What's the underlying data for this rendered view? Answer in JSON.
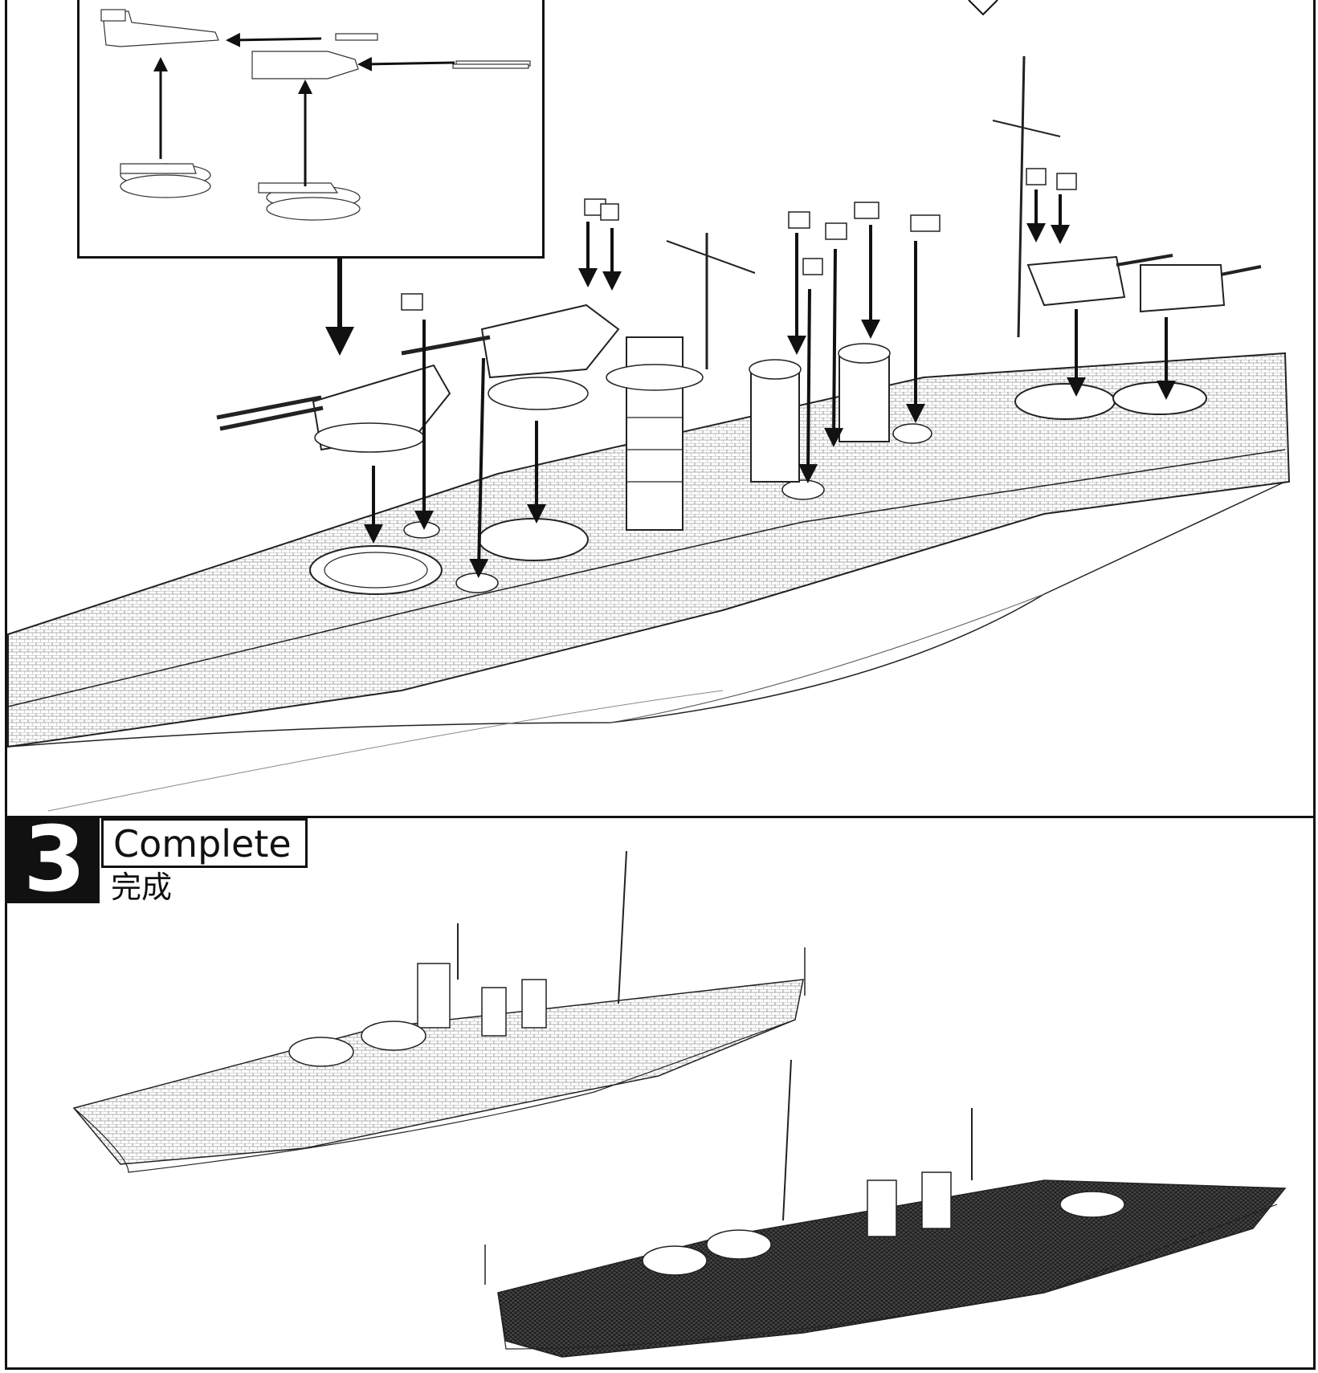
{
  "step": {
    "number": "3",
    "title_en": "Complete",
    "title_cn": "完成"
  }
}
